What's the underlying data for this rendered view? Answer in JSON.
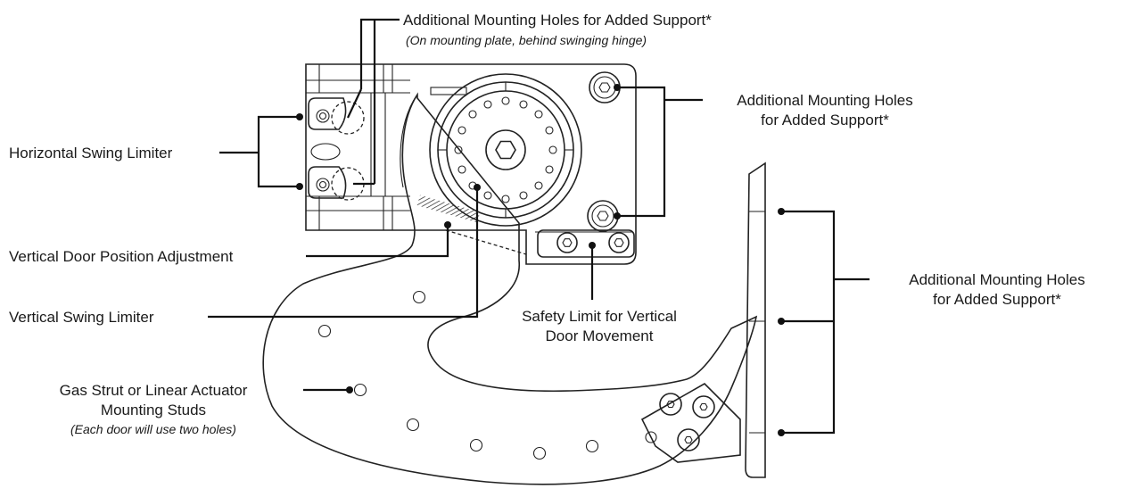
{
  "labels": {
    "top_mounting": "Additional Mounting Holes for Added Support*",
    "top_mounting_note": "(On mounting plate, behind swinging hinge)",
    "right_mounting_line1": "Additional Mounting Holes",
    "right_mounting_line2": "for Added Support*",
    "far_right_mounting_line1": "Additional Mounting Holes",
    "far_right_mounting_line2": "for Added Support*",
    "horizontal_swing_limiter": "Horizontal Swing Limiter",
    "vertical_door_position": "Vertical Door Position Adjustment",
    "vertical_swing_limiter": "Vertical Swing Limiter",
    "safety_limit_line1": "Safety Limit for Vertical",
    "safety_limit_line2": "Door Movement",
    "gas_strut_line1": "Gas Strut or Linear Actuator",
    "gas_strut_line2": "Mounting Studs",
    "gas_strut_note": "(Each door will use two holes)"
  }
}
